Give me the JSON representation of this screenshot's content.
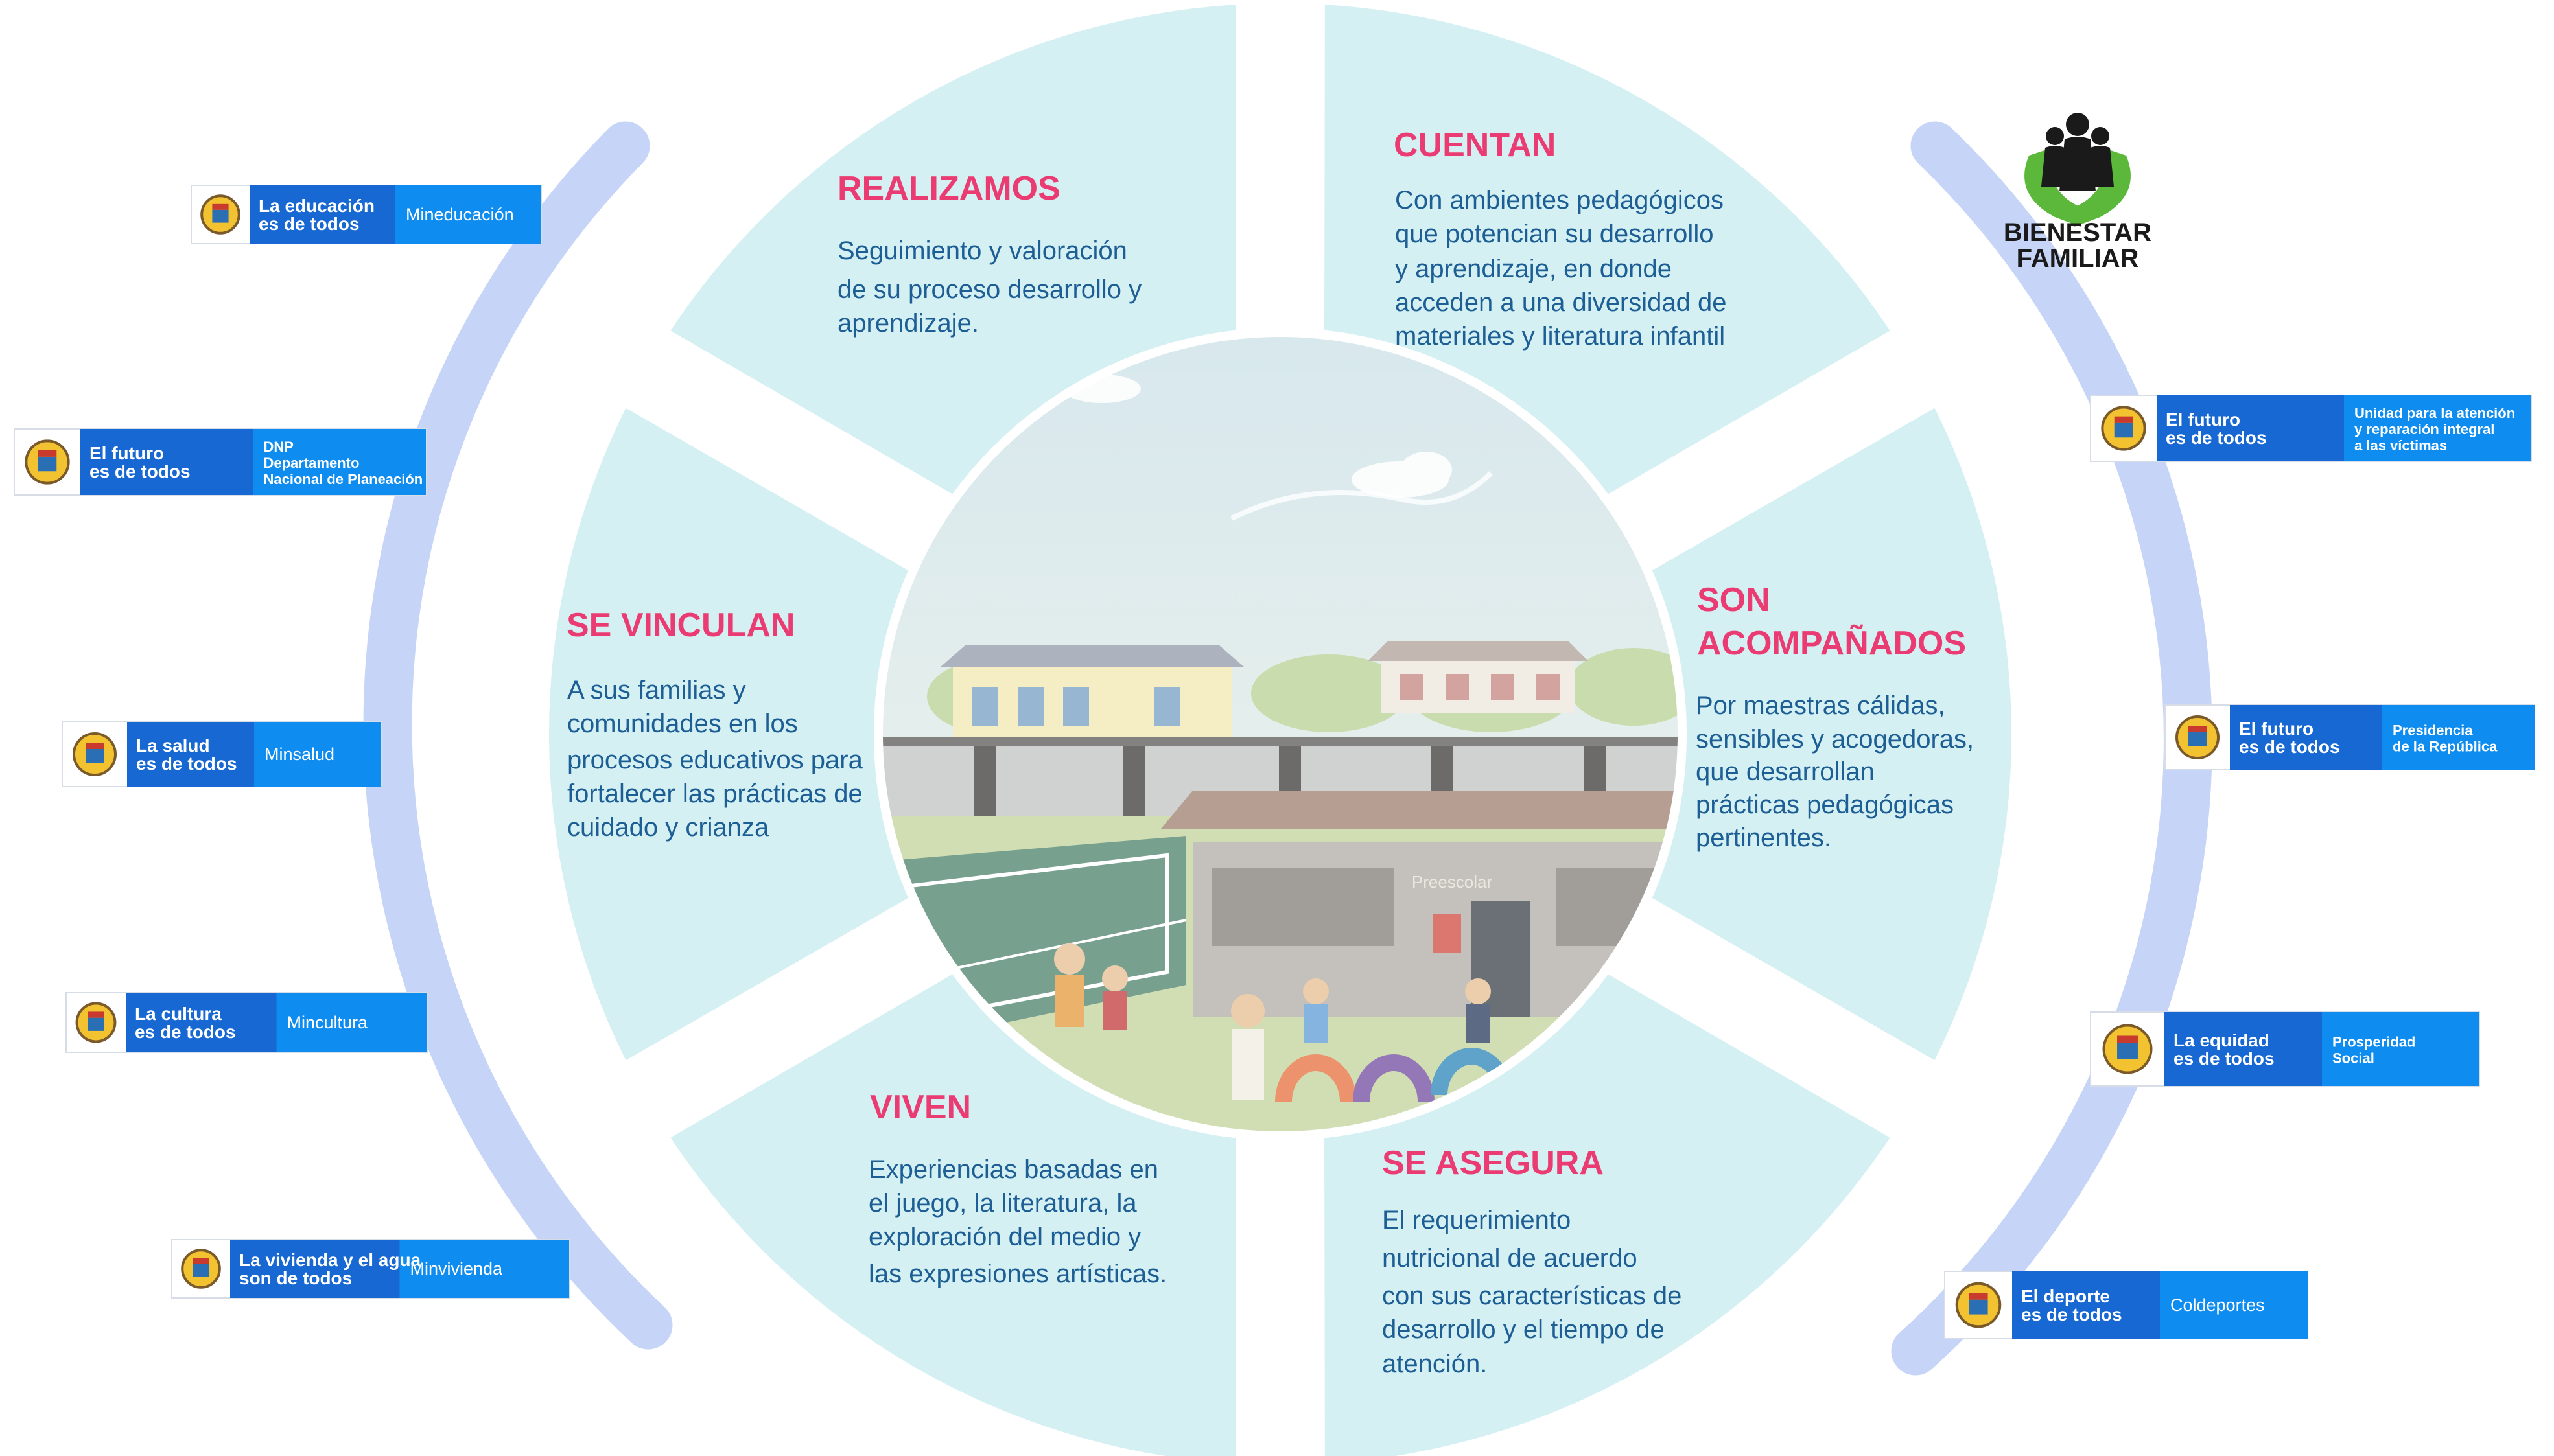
{
  "segments": {
    "realizamos": {
      "title": "REALIZAMOS",
      "lines": [
        " Seguimiento y valoración",
        "de su proceso desarrollo y",
        "aprendizaje."
      ]
    },
    "cuentan": {
      "title": "CUENTAN",
      "lines": [
        "Con ambientes pedagógicos",
        "que potencian su desarrollo",
        "y aprendizaje, en donde",
        "acceden a una diversidad de",
        "materiales y literatura infantil"
      ]
    },
    "son_acompanados": {
      "title_lines": [
        "SON",
        "ACOMPAÑADOS"
      ],
      "lines": [
        "Por maestras cálidas,",
        "sensibles y acogedoras,",
        "que desarrollan",
        "prácticas pedagógicas",
        "pertinentes."
      ]
    },
    "se_asegura": {
      "title": "SE ASEGURA",
      "lines": [
        "El requerimiento",
        "nutricional de acuerdo",
        "con sus características de",
        "desarrollo y el tiempo de",
        "atención."
      ]
    },
    "viven": {
      "title": "VIVEN",
      "lines": [
        "Experiencias basadas en",
        "el juego, la literatura, la",
        "exploración del medio y",
        "las expresiones artísticas."
      ]
    },
    "se_vinculan": {
      "title": "SE VINCULAN",
      "lines": [
        "A sus familias y",
        "comunidades en los",
        "procesos educativos para",
        "fortalecer las prácticas de",
        "cuidado y crianza"
      ]
    }
  },
  "center_image": {
    "sign": "Preescolar"
  },
  "logo": {
    "line1": "BIENESTAR",
    "line2": "FAMILIAR"
  },
  "badges_left": [
    {
      "slogan": [
        "La educación",
        "es de todos"
      ],
      "entity": [
        "Mineducación"
      ]
    },
    {
      "slogan": [
        "El futuro",
        "es de todos"
      ],
      "entity": [
        "DNP",
        "Departamento",
        "Nacional de Planeación"
      ]
    },
    {
      "slogan": [
        "La salud",
        "es de todos"
      ],
      "entity": [
        "Minsalud"
      ]
    },
    {
      "slogan": [
        "La cultura",
        "es de todos"
      ],
      "entity": [
        "Mincultura"
      ]
    },
    {
      "slogan": [
        "La vivienda y el agua",
        "son de todos"
      ],
      "entity": [
        "Minvivienda"
      ]
    }
  ],
  "badges_right": [
    {
      "slogan": [
        "El futuro",
        "es de todos"
      ],
      "entity": [
        "Unidad para la atención",
        "y reparación integral",
        "a las víctimas"
      ]
    },
    {
      "slogan": [
        "El futuro",
        "es de todos"
      ],
      "entity": [
        "Presidencia",
        "de la República"
      ]
    },
    {
      "slogan": [
        "La equidad",
        "es de todos"
      ],
      "entity": [
        "Prosperidad",
        "Social"
      ]
    },
    {
      "slogan": [
        "El deporte",
        "es de todos"
      ],
      "entity": [
        "Coldeportes"
      ]
    }
  ],
  "colors": {
    "segment_fill": "#d5f0f3",
    "arc": "#c6d4f7",
    "title": "#ea3c72",
    "body": "#1d5f95",
    "badge_dark": "#1768d3",
    "badge_light": "#0f8cf0",
    "logo_green": "#5cb83a"
  }
}
